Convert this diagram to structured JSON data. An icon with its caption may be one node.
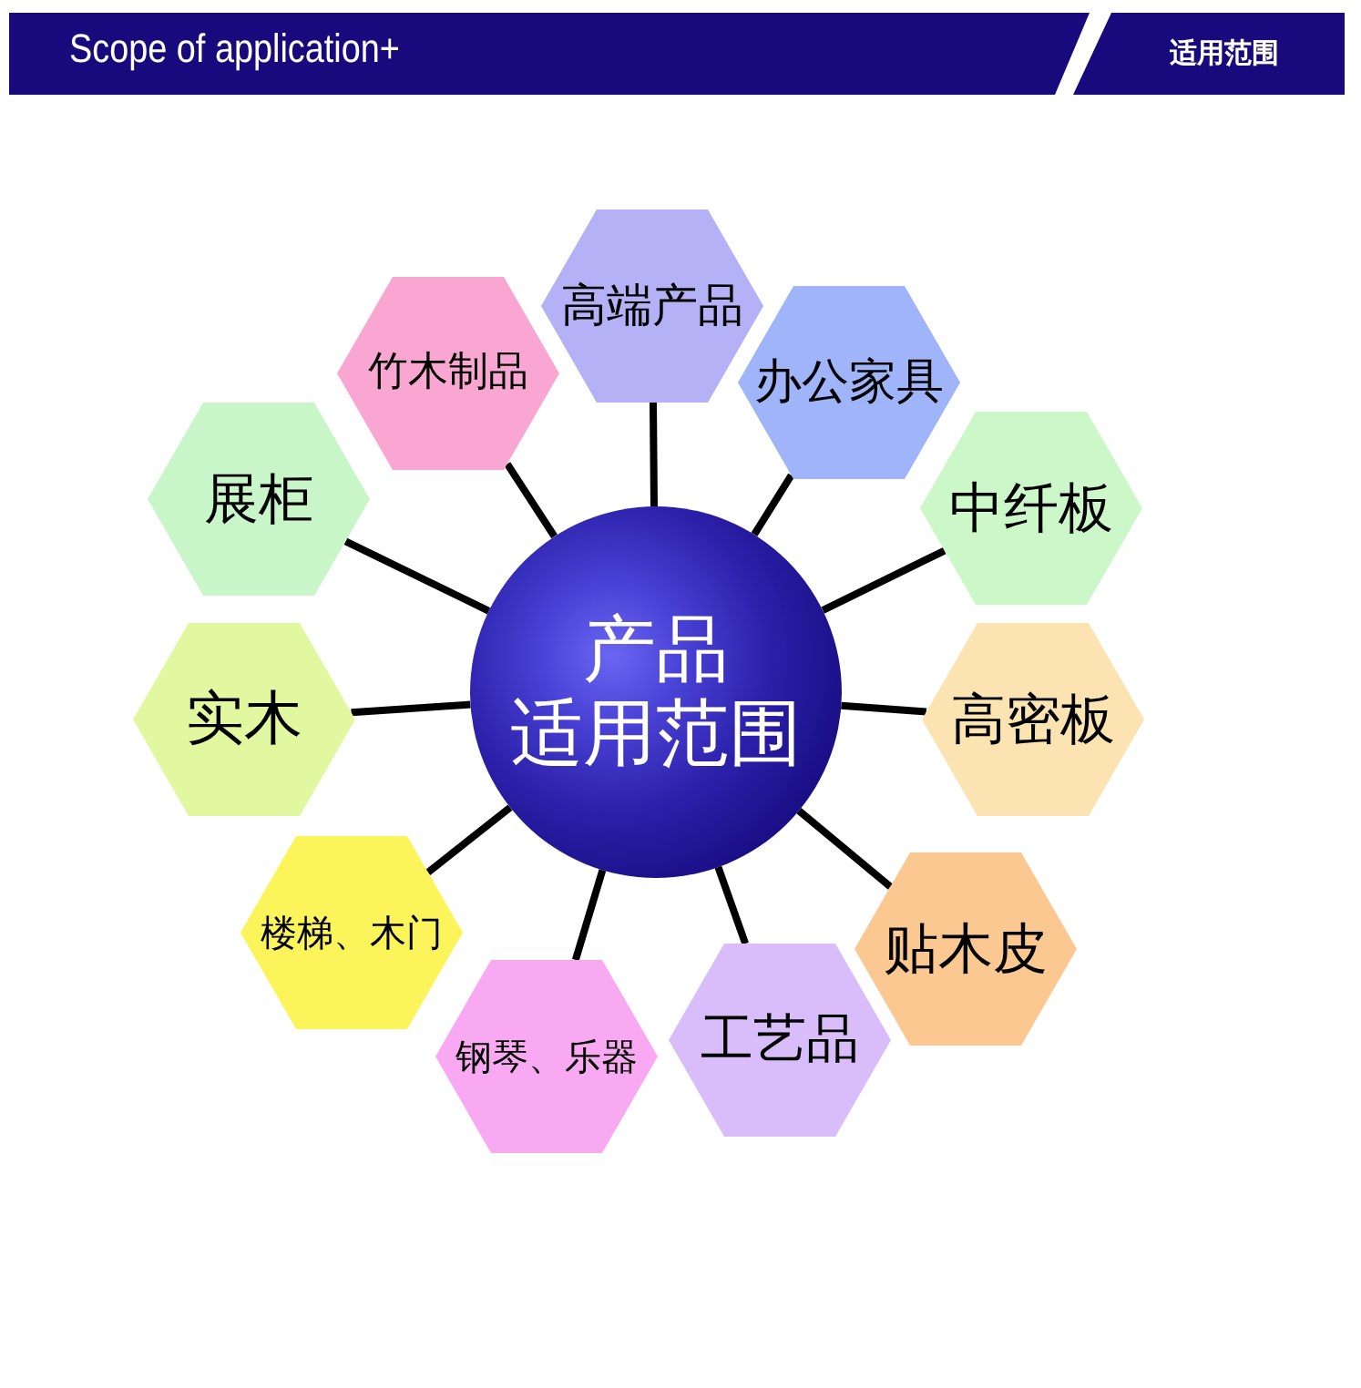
{
  "diagram": {
    "title": "Scope of application+",
    "nodes": [
      {
        "text": [
          "产品",
          "适用范围"
        ]
      },
      {
        "text": [
          "高端产品"
        ]
      },
      {
        "text": [
          "办公家具"
        ]
      },
      {
        "text": [
          "中纤板"
        ]
      },
      {
        "text": [
          "高密板"
        ]
      },
      {
        "text": [
          "贴木皮"
        ]
      },
      {
        "text": [
          "工艺品"
        ]
      },
      {
        "text": [
          "钢琴、乐器"
        ]
      },
      {
        "text": [
          "楼梯、木门"
        ]
      },
      {
        "text": [
          "实木"
        ]
      },
      {
        "text": [
          "展柜"
        ]
      },
      {
        "text": [
          "竹木制品"
        ]
      }
    ],
    "edges": [
      {
        "from": 0,
        "to": 1,
        "arrow": "none"
      },
      {
        "from": 0,
        "to": 2,
        "arrow": "none"
      },
      {
        "from": 0,
        "to": 3,
        "arrow": "none"
      },
      {
        "from": 0,
        "to": 4,
        "arrow": "none"
      },
      {
        "from": 0,
        "to": 5,
        "arrow": "none"
      },
      {
        "from": 0,
        "to": 6,
        "arrow": "none"
      },
      {
        "from": 0,
        "to": 7,
        "arrow": "none"
      },
      {
        "from": 0,
        "to": 8,
        "arrow": "none"
      },
      {
        "from": 0,
        "to": 9,
        "arrow": "none"
      },
      {
        "from": 0,
        "to": 10,
        "arrow": "none"
      },
      {
        "from": 0,
        "to": 11,
        "arrow": "none"
      }
    ],
    "labels": [
      "适用范围"
    ]
  }
}
